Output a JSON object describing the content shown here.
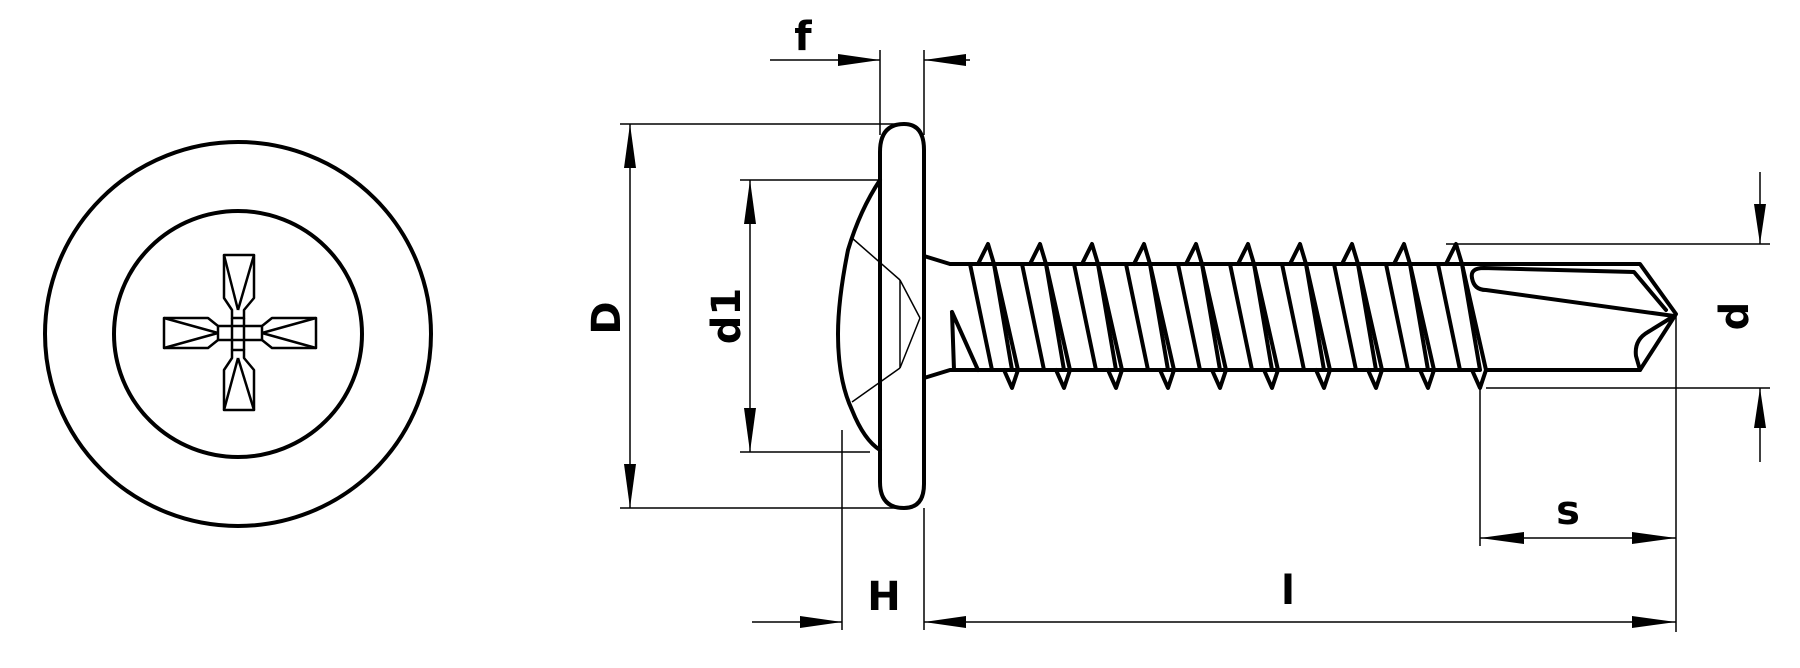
{
  "title": "",
  "labels": {
    "f": "f",
    "D": "D",
    "d1": "d1",
    "d": "d",
    "H": "H",
    "l": "l",
    "s": "s"
  },
  "colors": {
    "line": "#000000",
    "background": "#ffffff"
  }
}
